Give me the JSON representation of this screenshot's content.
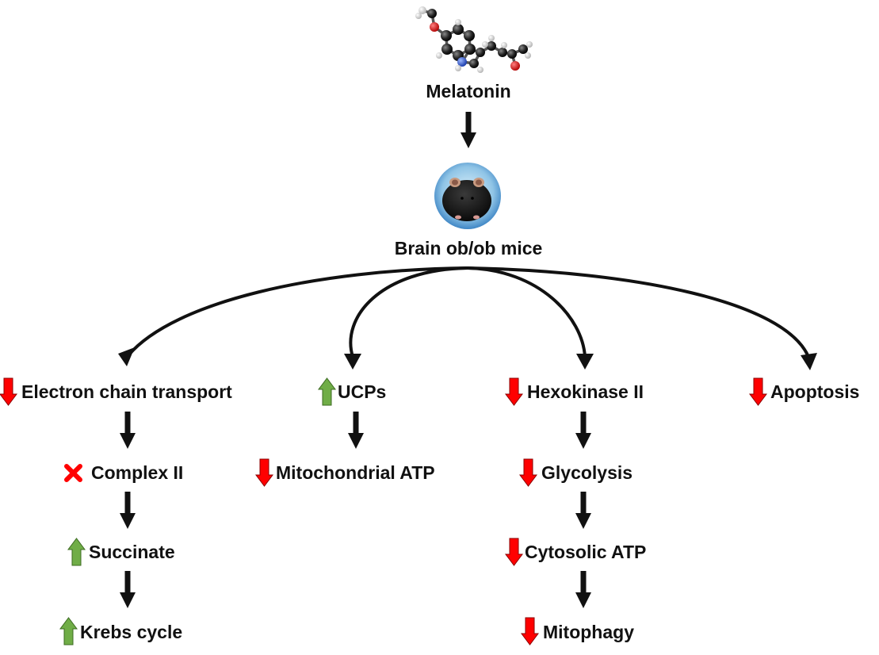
{
  "colors": {
    "up_arrow": "#70ad47",
    "down_arrow": "#ff0000",
    "blocked_mark": "#ff0000",
    "flow_arrow": "#111111"
  },
  "icons": {
    "molecule": "melatonin-ball-and-stick-icon",
    "mouse": "ob-ob-mouse-photo-icon",
    "increase": "green-up-arrow-icon",
    "decrease": "red-down-arrow-icon",
    "inhibited": "red-cross-icon"
  },
  "top": {
    "melatonin": "Melatonin",
    "brain": "Brain ob/ob mice"
  },
  "branches": {
    "electron": {
      "head": "Electron chain transport",
      "head_change": "down",
      "step1": "Complex II",
      "step1_change": "inhibited",
      "step2": "Succinate",
      "step2_change": "up",
      "step3": "Krebs cycle",
      "step3_change": "up"
    },
    "ucps": {
      "head": "UCPs",
      "head_change": "up",
      "step1": "Mitochondrial ATP",
      "step1_change": "down"
    },
    "hexokinase": {
      "head": "Hexokinase II",
      "head_change": "down",
      "step1": "Glycolysis",
      "step1_change": "down",
      "step2": "Cytosolic ATP",
      "step2_change": "down",
      "step3": "Mitophagy",
      "step3_change": "down"
    },
    "apoptosis": {
      "head": "Apoptosis",
      "head_change": "down"
    }
  }
}
